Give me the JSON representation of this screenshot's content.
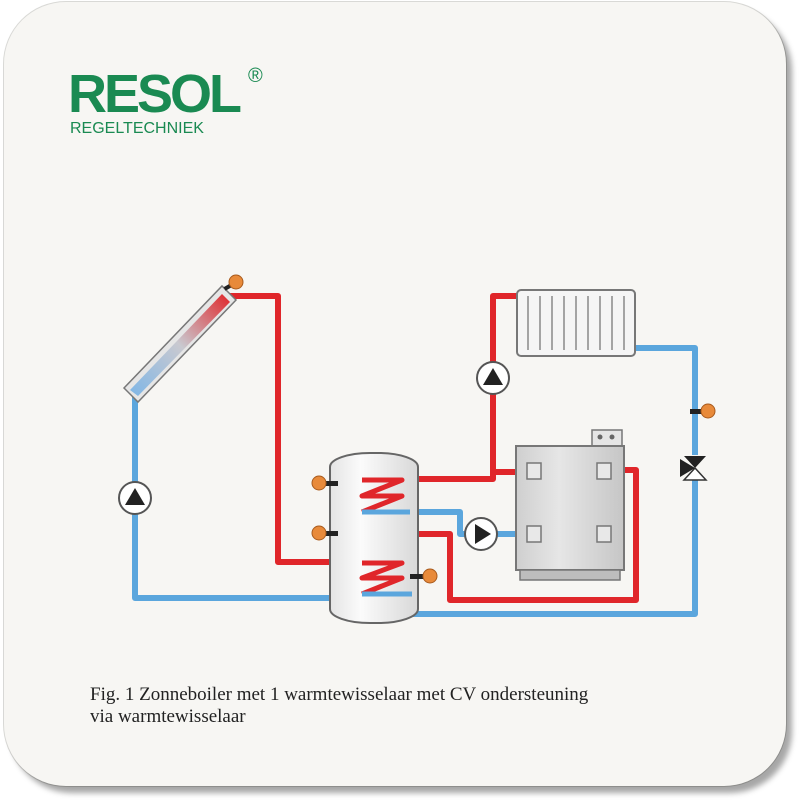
{
  "logo": {
    "brand": "RESOL",
    "registered_mark": "®",
    "subtitle": "REGELTECHNIEK"
  },
  "caption": {
    "line1": "Fig. 1 Zonneboiler met 1 warmtewisselaar met CV ondersteuning",
    "line2": "via warmtewisselaar"
  },
  "colors": {
    "brand_green": "#1a8a52",
    "hot_pipe": "#e0262a",
    "cold_pipe": "#5ba6dd",
    "sensor": "#e88a3a",
    "tank_fill": "#f2f2f2",
    "boiler_fill": "#dcdcdc"
  },
  "components": {
    "solar_collector": "solar-collector-icon",
    "storage_tank": "storage-tank-icon",
    "heat_exchanger": "heat-exchanger-icon",
    "radiator": "radiator-icon",
    "boiler": "boiler-icon",
    "pump": "pump-icon",
    "valve": "three-way-valve-icon",
    "sensor": "temperature-sensor-icon"
  }
}
